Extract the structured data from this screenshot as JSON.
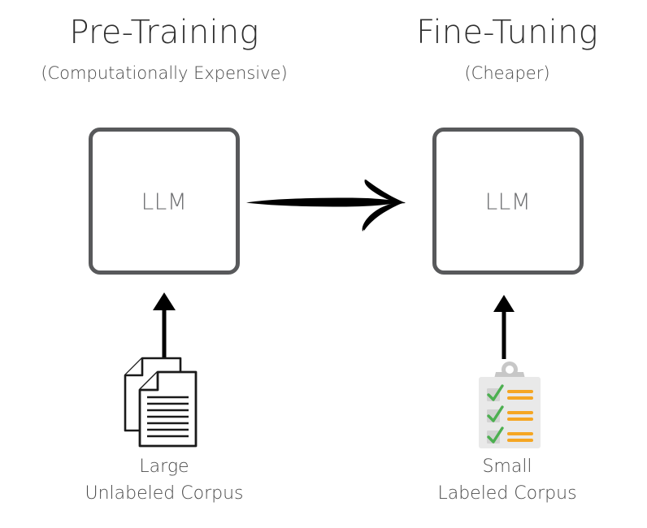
{
  "diagram": {
    "type": "flow-diagram",
    "title": "Pre-Training to Fine-Tuning pipeline",
    "background_color": "#ffffff",
    "colors": {
      "box_border": "#58595b",
      "box_fill": "#ffffff",
      "heading_text": "#2f2f2f",
      "body_text": "#4a4a4a",
      "box_label_text": "#6f7072",
      "arrow": "#000000",
      "document_outline": "#1a1a1a",
      "clipboard_body": "#e9e9e9",
      "clipboard_clip": "#c7c7c7",
      "checkbox_fill": "#d2d2d2",
      "check_green": "#4caf50",
      "line_orange": "#f5a623"
    }
  },
  "stages": [
    {
      "id": "pre-training",
      "title": "Pre-Training",
      "subtitle": "(Computationally Expensive)",
      "box_label": "LLM",
      "icon": "documents-icon",
      "caption_line1": "Large",
      "caption_line2": "Unlabeled Corpus"
    },
    {
      "id": "fine-tuning",
      "title": "Fine-Tuning",
      "subtitle": "(Cheaper)",
      "box_label": "LLM",
      "icon": "clipboard-checklist-icon",
      "caption_line1": "Small",
      "caption_line2": "Labeled Corpus"
    }
  ],
  "connector": {
    "name": "pre-training-to-fine-tuning-arrow",
    "style": "hand-drawn",
    "direction": "left-to-right"
  },
  "feed_arrows": [
    {
      "name": "unlabeled-corpus-feed-arrow",
      "direction": "upward"
    },
    {
      "name": "labeled-corpus-feed-arrow",
      "direction": "upward"
    }
  ],
  "clipboard_rows": [
    {
      "checked": true
    },
    {
      "checked": true
    },
    {
      "checked": true
    }
  ]
}
